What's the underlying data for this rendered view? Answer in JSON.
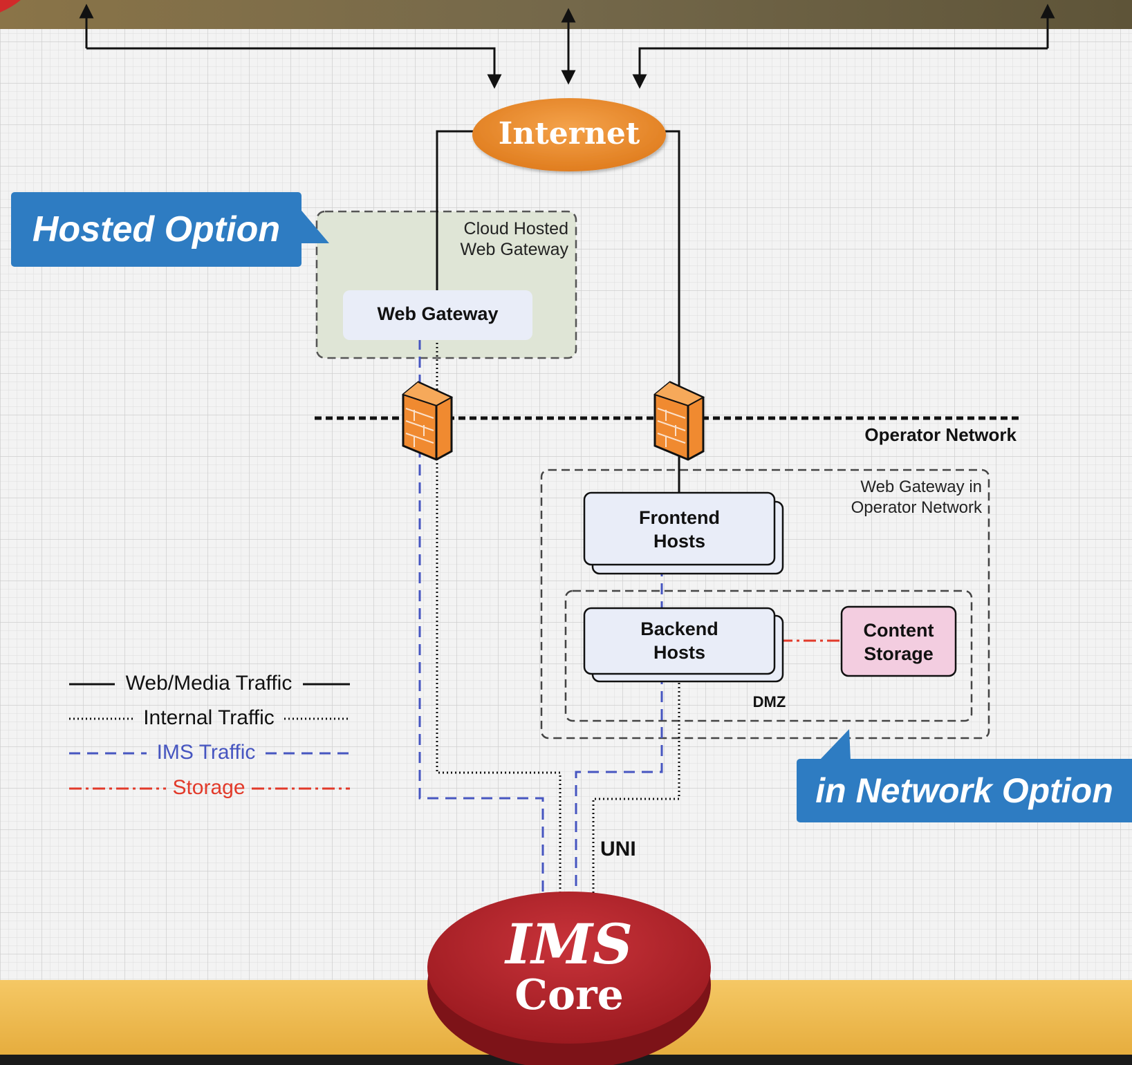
{
  "colors": {
    "top_band": "#7a6a45",
    "bottom_band": "#f0bf55",
    "grid_bg": "#f3f3f3",
    "internet_oval": "#ec8a2a",
    "ims_oval": "#b8232a",
    "callout": "#2e7cc2",
    "cloud_zone": "#dfe5d6",
    "host_box": "#e9edf8",
    "storage_box": "#f3cde0",
    "firewall": "#f08a30",
    "ims_line": "#4655c0",
    "storage_line": "#e23a2a"
  },
  "nodes": {
    "internet": "Internet",
    "web_gateway": "Web Gateway",
    "frontend_hosts_line1": "Frontend",
    "frontend_hosts_line2": "Hosts",
    "backend_hosts_line1": "Backend",
    "backend_hosts_line2": "Hosts",
    "content_storage_line1": "Content",
    "content_storage_line2": "Storage",
    "ims_core_line1": "IMS",
    "ims_core_line2": "Core"
  },
  "zones": {
    "cloud_hosted_line1": "Cloud Hosted",
    "cloud_hosted_line2": "Web Gateway",
    "operator_network": "Operator Network",
    "in_operator_line1": "Web Gateway in",
    "in_operator_line2": "Operator Network",
    "dmz": "DMZ",
    "uni": "UNI"
  },
  "callouts": {
    "hosted": "Hosted Option",
    "in_network": "in Network Option"
  },
  "legend": [
    {
      "label": "Web/Media Traffic",
      "style": "solid"
    },
    {
      "label": "Internal Traffic",
      "style": "dotted"
    },
    {
      "label": "IMS Traffic",
      "style": "dashed"
    },
    {
      "label": "Storage",
      "style": "dashdot"
    }
  ]
}
